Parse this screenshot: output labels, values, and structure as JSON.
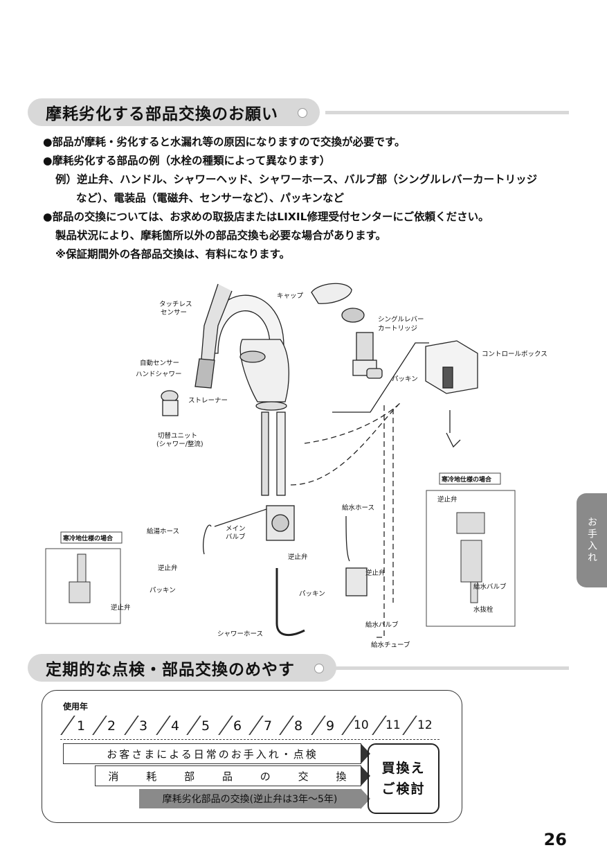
{
  "section1": {
    "title": "摩耗劣化する部品交換のお願い"
  },
  "bullets": [
    "●部品が摩耗・劣化すると水漏れ等の原因になりますので交換が必要です。",
    "●摩耗劣化する部品の例（水栓の種類によって異なります）",
    "例）逆止弁、ハンドル、シャワーヘッド、シャワーホース、バルブ部（シングルレバーカートリッジ",
    "など）、電装品（電磁弁、センサーなど）、パッキンなど",
    "●部品の交換については、お求めの取扱店またはLIXIL修理受付センターにご依頼ください。",
    "製品状況により、摩耗箇所以外の部品交換も必要な場合があります。",
    "※保証期間外の各部品交換は、有料になります。"
  ],
  "diagram": {
    "labels": {
      "touchless_sensor_1": "タッチレス",
      "touchless_sensor_2": "センサー",
      "cap": "キャップ",
      "cartridge_1": "シングルレバー",
      "cartridge_2": "カートリッジ",
      "control_box": "コントロールボックス",
      "auto_sensor": "自動センサー",
      "hand_shower": "ハンドシャワー",
      "packing_top": "パッキン",
      "strainer": "ストレーナー",
      "switch_unit_1": "切替ユニット",
      "switch_unit_2": "(シャワー/整流)",
      "cold_region_right": "寒冷地仕様の場合",
      "check_valve_right": "逆止弁",
      "supply_valve_right": "給水バルブ",
      "drain_plug": "水抜栓",
      "supply_hose": "給水ホース",
      "hot_hose": "給湯ホース",
      "main_valve_1": "メイン",
      "main_valve_2": "バルブ",
      "cold_region_left": "寒冷地仕様の場合",
      "check_valve_center": "逆止弁",
      "check_valve_left": "逆止弁",
      "check_valve_right2": "逆止弁",
      "packing_left": "パッキン",
      "packing_center": "パッキン",
      "check_valve_inset": "逆止弁",
      "supply_valve": "給水バルブ",
      "shower_hose": "シャワーホース",
      "supply_tube": "給水チューブ"
    }
  },
  "section2": {
    "title": "定期的な点検・部品交換のめやす"
  },
  "schedule": {
    "year_title": "使用年",
    "years": [
      "1",
      "2",
      "3",
      "4",
      "5",
      "6",
      "7",
      "8",
      "9",
      "10",
      "11",
      "12"
    ],
    "daily_care": "お客さまによる日常のお手入れ・点検",
    "consumables": [
      "消",
      "耗",
      "部",
      "品",
      "の",
      "交",
      "換"
    ],
    "wear_parts": "摩耗劣化部品の交換(逆止弁は3年〜5年)",
    "consider_1": "買換え",
    "consider_2": "ご検討"
  },
  "side_tab": "お手入れ",
  "page_number": "26"
}
